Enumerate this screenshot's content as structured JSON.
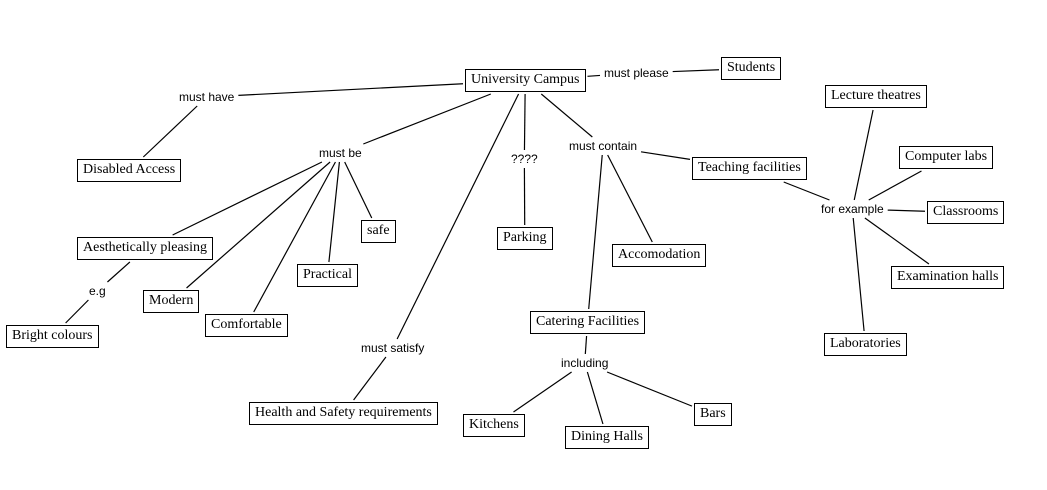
{
  "diagram": {
    "type": "concept-map",
    "concepts": {
      "university_campus": "University Campus",
      "students": "Students",
      "disabled_access": "Disabled Access",
      "aesthetically_pleasing": "Aesthetically pleasing",
      "bright_colours": "Bright colours",
      "modern": "Modern",
      "comfortable": "Comfortable",
      "practical": "Practical",
      "safe": "safe",
      "health_safety": "Health and Safety requirements",
      "parking": "Parking",
      "accomodation": "Accomodation",
      "catering_facilities": "Catering Facilities",
      "kitchens": "Kitchens",
      "dining_halls": "Dining Halls",
      "bars": "Bars",
      "teaching_facilities": "Teaching facilities",
      "lecture_theatres": "Lecture theatres",
      "computer_labs": "Computer labs",
      "classrooms": "Classrooms",
      "examination_halls": "Examination halls",
      "laboratories": "Laboratories"
    },
    "linking_phrases": {
      "must_please": "must please",
      "must_have": "must have",
      "must_be": "must be",
      "eg": "e.g",
      "must_satisfy": "must satisfy",
      "unknown": "????",
      "must_contain": "must contain",
      "including": "including",
      "for_example": "for example"
    },
    "edges": [
      [
        "university_campus",
        "must_please"
      ],
      [
        "must_please",
        "students"
      ],
      [
        "university_campus",
        "must_have"
      ],
      [
        "must_have",
        "disabled_access"
      ],
      [
        "university_campus",
        "must_be"
      ],
      [
        "must_be",
        "aesthetically_pleasing"
      ],
      [
        "must_be",
        "modern"
      ],
      [
        "must_be",
        "comfortable"
      ],
      [
        "must_be",
        "practical"
      ],
      [
        "must_be",
        "safe"
      ],
      [
        "aesthetically_pleasing",
        "eg"
      ],
      [
        "eg",
        "bright_colours"
      ],
      [
        "university_campus",
        "must_satisfy"
      ],
      [
        "must_satisfy",
        "health_safety"
      ],
      [
        "university_campus",
        "unknown"
      ],
      [
        "unknown",
        "parking"
      ],
      [
        "university_campus",
        "must_contain"
      ],
      [
        "must_contain",
        "teaching_facilities"
      ],
      [
        "must_contain",
        "accomodation"
      ],
      [
        "must_contain",
        "catering_facilities"
      ],
      [
        "catering_facilities",
        "including"
      ],
      [
        "including",
        "kitchens"
      ],
      [
        "including",
        "dining_halls"
      ],
      [
        "including",
        "bars"
      ],
      [
        "teaching_facilities",
        "for_example"
      ],
      [
        "for_example",
        "lecture_theatres"
      ],
      [
        "for_example",
        "computer_labs"
      ],
      [
        "for_example",
        "classrooms"
      ],
      [
        "for_example",
        "examination_halls"
      ],
      [
        "for_example",
        "laboratories"
      ]
    ]
  }
}
